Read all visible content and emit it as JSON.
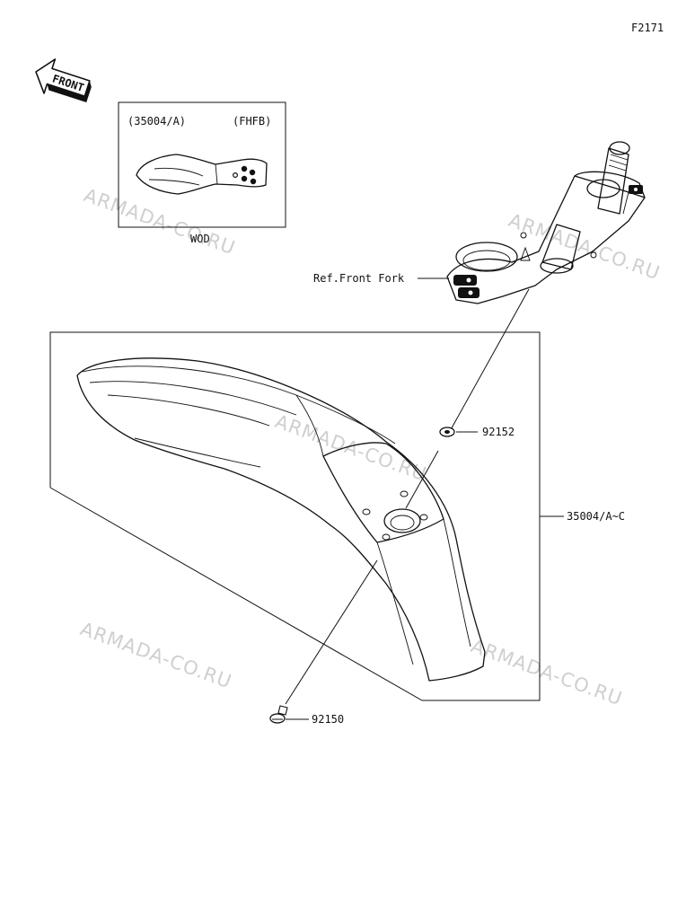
{
  "figure_code": "F2171",
  "front_label": "FRONT",
  "inset": {
    "part_ref": "(35004/A)",
    "color_code": "(FHFB)",
    "caption": "WOD"
  },
  "callouts": {
    "ref_front_fork": "Ref.Front Fork",
    "washer": "92152",
    "fender": "35004/A~C",
    "bolt": "92150"
  },
  "watermark": "ARMADA-CO.RU"
}
